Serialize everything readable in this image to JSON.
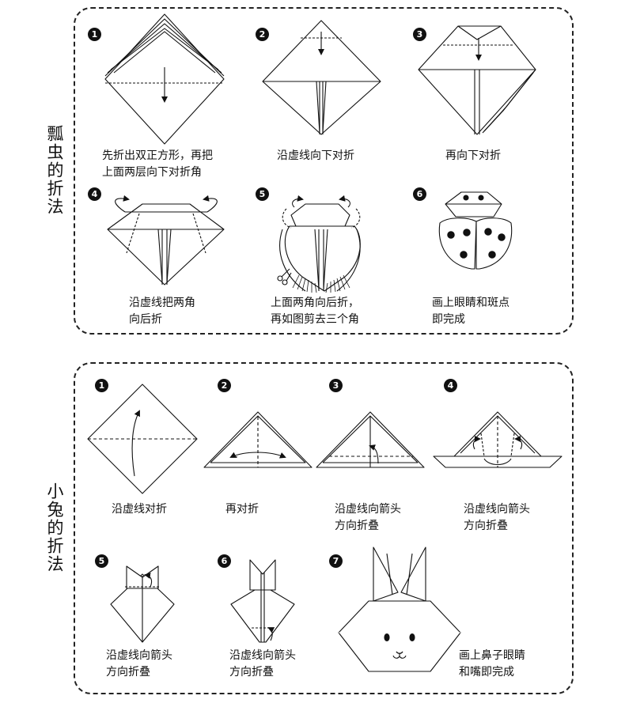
{
  "ladybug": {
    "title": "瓢虫的折法",
    "steps": [
      {
        "num": "1",
        "caption": [
          "先折出双正方形，再把",
          "上面两层向下对折角"
        ]
      },
      {
        "num": "2",
        "caption": [
          "沿虚线向下对折"
        ]
      },
      {
        "num": "3",
        "caption": [
          "再向下对折"
        ]
      },
      {
        "num": "4",
        "caption": [
          "沿虚线把两角",
          "向后折"
        ]
      },
      {
        "num": "5",
        "caption": [
          "上面两角向后折，",
          "再如图剪去三个角"
        ]
      },
      {
        "num": "6",
        "caption": [
          "画上眼睛和斑点",
          "即完成"
        ]
      }
    ]
  },
  "rabbit": {
    "title": "小兔的折法",
    "steps": [
      {
        "num": "1",
        "caption": [
          "沿虚线对折"
        ]
      },
      {
        "num": "2",
        "caption": [
          "再对折"
        ]
      },
      {
        "num": "3",
        "caption": [
          "沿虚线向箭头",
          "方向折叠"
        ]
      },
      {
        "num": "4",
        "caption": [
          "沿虚线向箭头",
          "方向折叠"
        ]
      },
      {
        "num": "5",
        "caption": [
          "沿虚线向箭头",
          "方向折叠"
        ]
      },
      {
        "num": "6",
        "caption": [
          "沿虚线向箭头",
          "方向折叠"
        ]
      },
      {
        "num": "7",
        "caption": [
          "画上鼻子眼睛",
          "和嘴即完成"
        ]
      }
    ]
  },
  "colors": {
    "ink": "#111111",
    "dashed_border": "#222222"
  }
}
